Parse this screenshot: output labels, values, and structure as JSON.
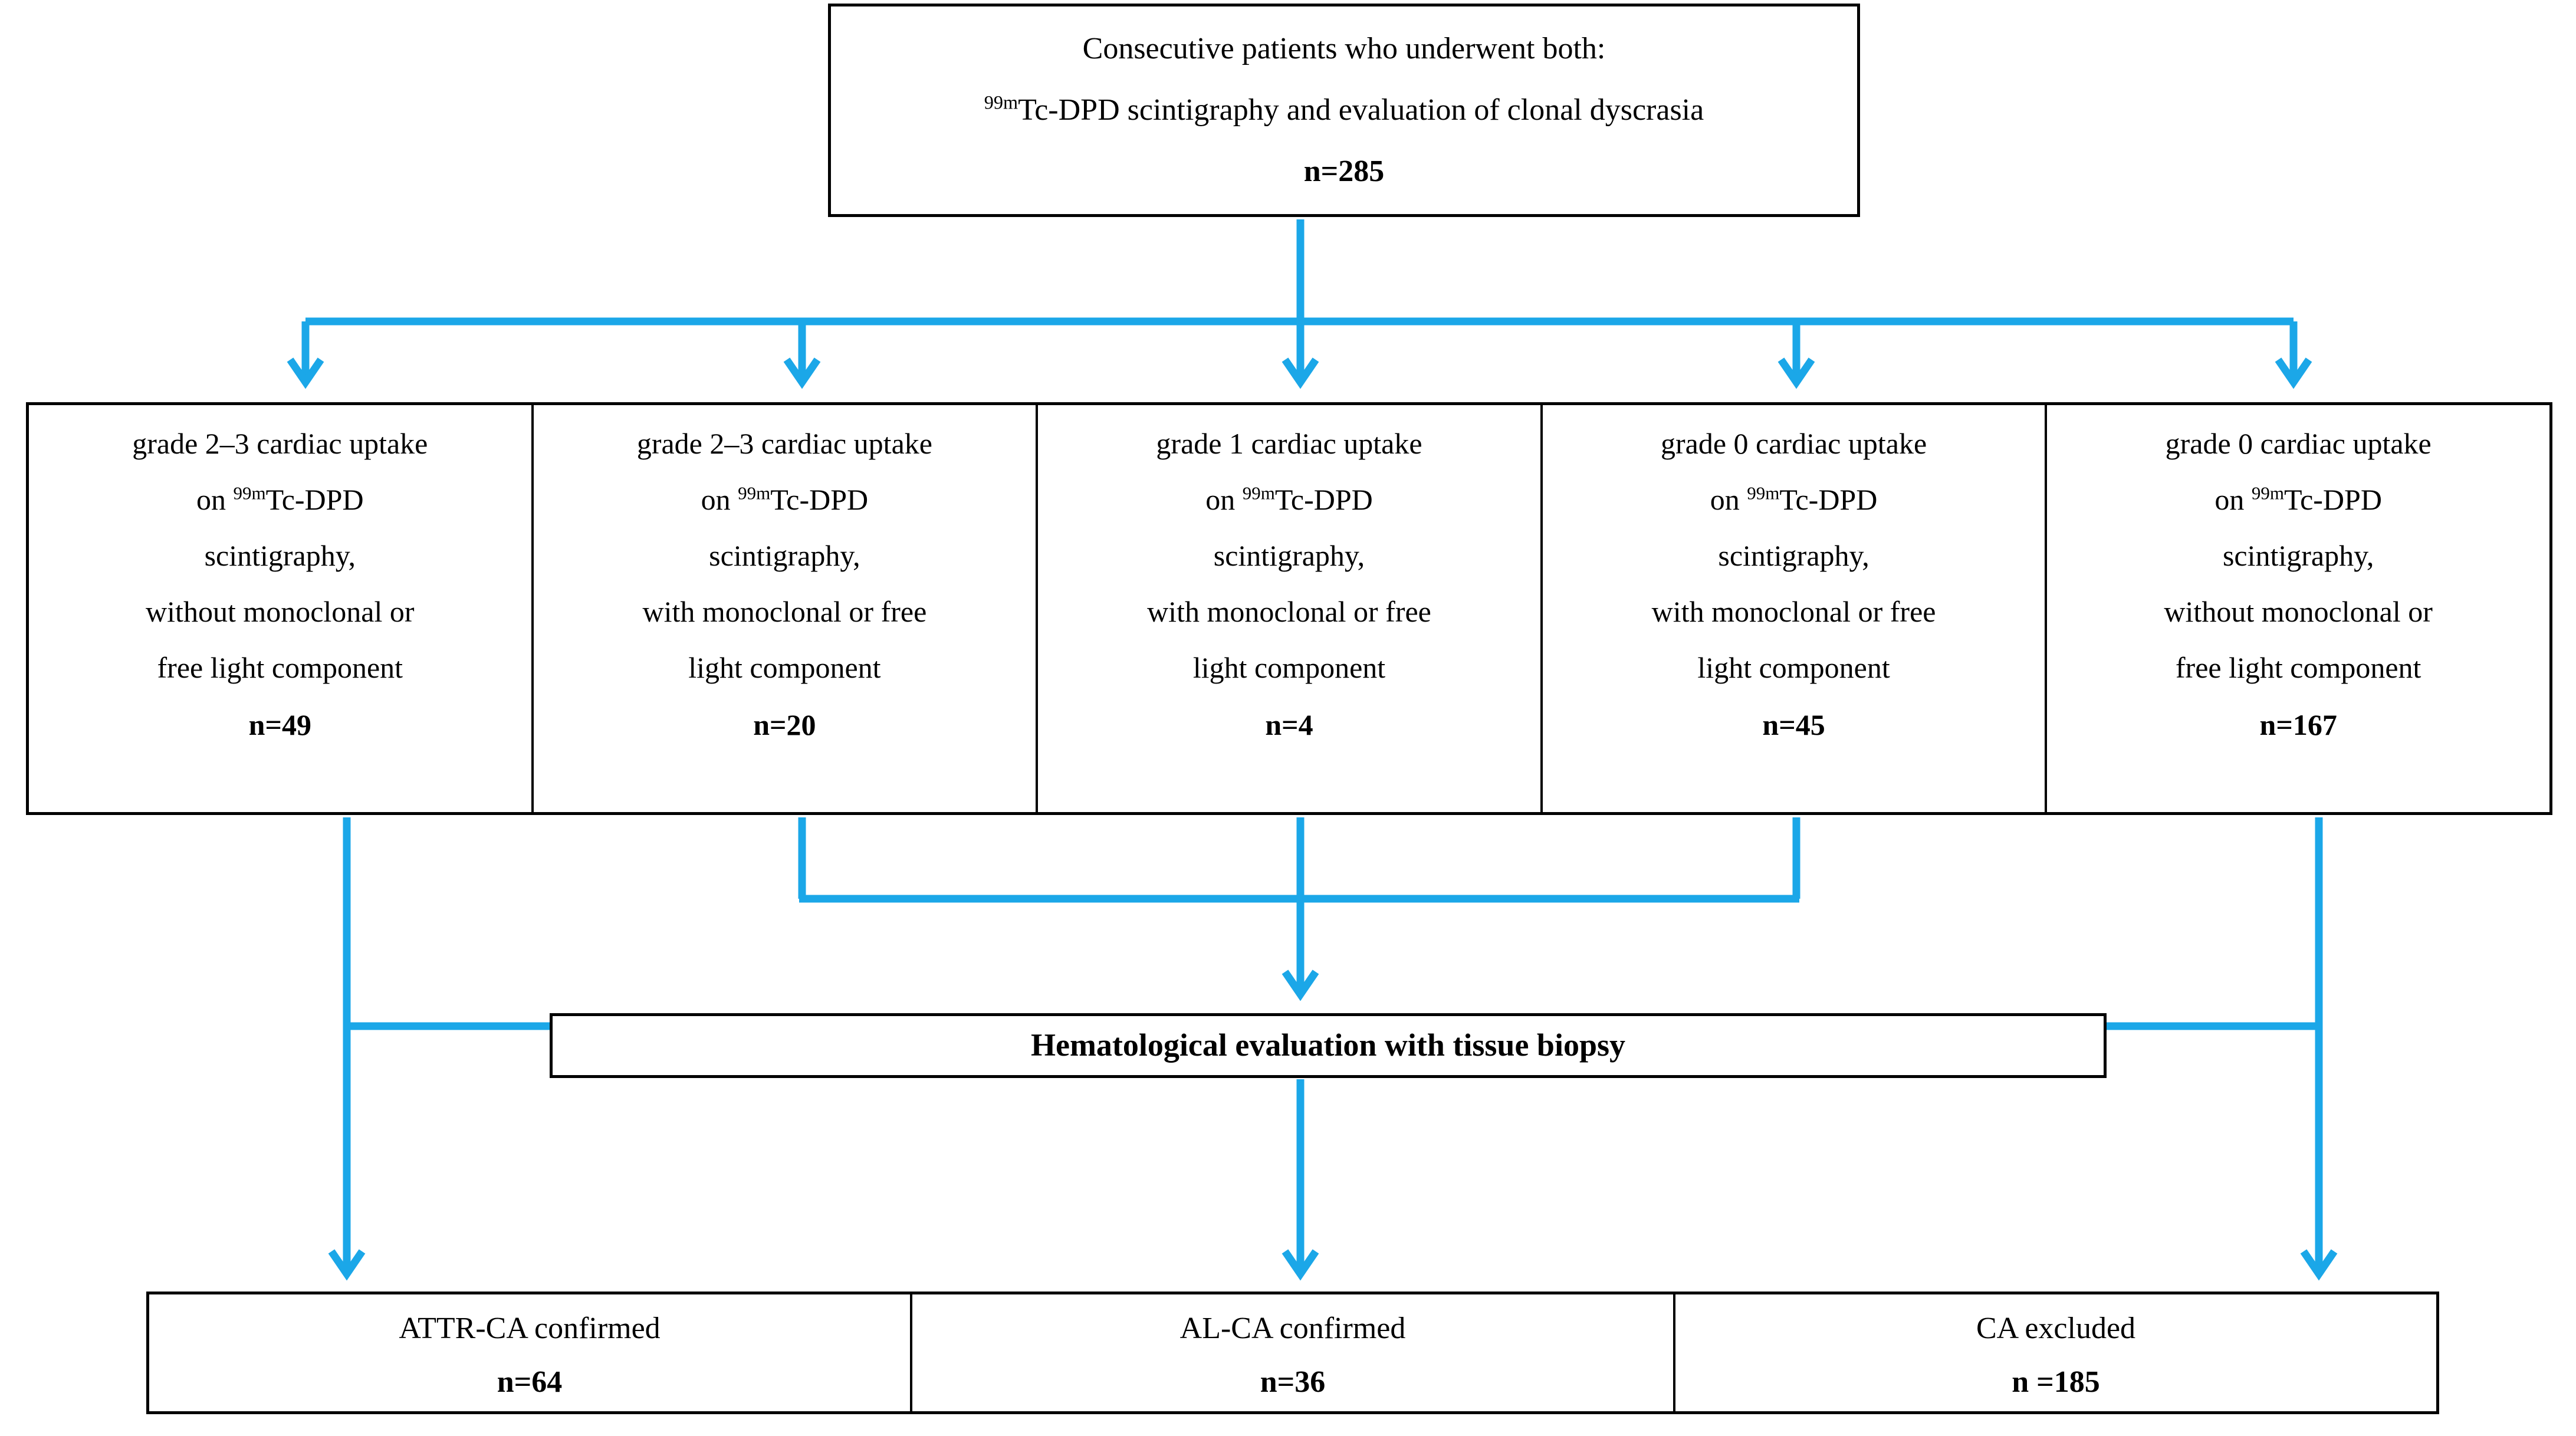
{
  "figure": {
    "type": "flowchart",
    "orientation": "top-to-bottom",
    "connector_color": "#1BA7E8",
    "box_border_color": "#000000",
    "background_color": "#FFFFFF"
  },
  "top_box": {
    "line1": "Consecutive patients who underwent both:",
    "line2_prefix": "99m",
    "line2_rest": "Tc-DPD scintigraphy and evaluation of clonal dyscrasia",
    "count_label": "n=285"
  },
  "row2": {
    "boxes": [
      {
        "line1": "grade 2–3 cardiac uptake",
        "line2_prefix": "on ",
        "line2_sup": "99m",
        "line2_rest": "Tc-DPD",
        "line3": "scintigraphy,",
        "line4": "without monoclonal or",
        "line5": "free light component",
        "count_label": "n=49"
      },
      {
        "line1": "grade 2–3 cardiac uptake",
        "line2_prefix": "on ",
        "line2_sup": "99m",
        "line2_rest": "Tc-DPD",
        "line3": "scintigraphy,",
        "line4": "with monoclonal or free",
        "line5": "light component",
        "count_label": "n=20"
      },
      {
        "line1": "grade 1 cardiac uptake",
        "line2_prefix": "on ",
        "line2_sup": "99m",
        "line2_rest": "Tc-DPD",
        "line3": "scintigraphy,",
        "line4": "with monoclonal or free",
        "line5": "light component",
        "count_label": "n=4"
      },
      {
        "line1": "grade 0 cardiac uptake",
        "line2_prefix": "on ",
        "line2_sup": "99m",
        "line2_rest": "Tc-DPD",
        "line3": "scintigraphy,",
        "line4": "with monoclonal or free",
        "line5": "light component",
        "count_label": "n=45"
      },
      {
        "line1": "grade 0 cardiac uptake",
        "line2_prefix": "on ",
        "line2_sup": "99m",
        "line2_rest": "Tc-DPD",
        "line3": "scintigraphy,",
        "line4": "without monoclonal or",
        "line5": "free light component",
        "count_label": "n=167"
      }
    ]
  },
  "hematology_box": {
    "label": "Hematological evaluation with tissue biopsy"
  },
  "row4": {
    "boxes": [
      {
        "label": "ATTR-CA confirmed",
        "count_label": "n=64"
      },
      {
        "label": "AL-CA confirmed",
        "count_label": "n=36"
      },
      {
        "label": "CA excluded",
        "count_label": "n =185"
      }
    ]
  },
  "chart_data": {
    "type": "flowchart",
    "title": "Study population flow diagram",
    "nodes": [
      {
        "id": "enrolled",
        "text": "Consecutive patients who underwent both: 99mTc-DPD scintigraphy and evaluation of clonal dyscrasia",
        "n": 285
      },
      {
        "id": "g23-noMC",
        "text": "grade 2-3 cardiac uptake on 99mTc-DPD scintigraphy, without monoclonal or free light component",
        "n": 49
      },
      {
        "id": "g23-MC",
        "text": "grade 2-3 cardiac uptake on 99mTc-DPD scintigraphy, with monoclonal or free light component",
        "n": 20
      },
      {
        "id": "g1-MC",
        "text": "grade 1 cardiac uptake on 99mTc-DPD scintigraphy, with monoclonal or free light component",
        "n": 4
      },
      {
        "id": "g0-MC",
        "text": "grade 0 cardiac uptake on 99mTc-DPD scintigraphy, with monoclonal or free light component",
        "n": 45
      },
      {
        "id": "g0-noMC",
        "text": "grade 0 cardiac uptake on 99mTc-DPD scintigraphy, without monoclonal or free light component",
        "n": 167
      },
      {
        "id": "hema",
        "text": "Hematological evaluation with tissue biopsy",
        "n": null
      },
      {
        "id": "attr",
        "text": "ATTR-CA confirmed",
        "n": 64
      },
      {
        "id": "al",
        "text": "AL-CA confirmed",
        "n": 36
      },
      {
        "id": "excluded",
        "text": "CA excluded",
        "n": 185
      }
    ],
    "edges": [
      {
        "from": "enrolled",
        "to": "g23-noMC"
      },
      {
        "from": "enrolled",
        "to": "g23-MC"
      },
      {
        "from": "enrolled",
        "to": "g1-MC"
      },
      {
        "from": "enrolled",
        "to": "g0-MC"
      },
      {
        "from": "enrolled",
        "to": "g0-noMC"
      },
      {
        "from": "g23-MC",
        "to": "hema"
      },
      {
        "from": "g1-MC",
        "to": "hema"
      },
      {
        "from": "g0-MC",
        "to": "hema"
      },
      {
        "from": "g23-noMC",
        "to": "attr"
      },
      {
        "from": "hema",
        "to": "al"
      },
      {
        "from": "g0-noMC",
        "to": "excluded"
      }
    ]
  }
}
